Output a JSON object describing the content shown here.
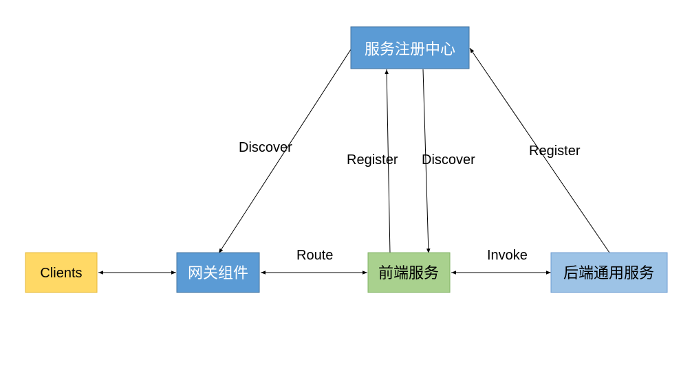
{
  "nodes": {
    "registry": {
      "label": "服务注册中心",
      "fill": "#5b9bd5",
      "stroke": "#41719c",
      "text_color": "#ffffff"
    },
    "clients": {
      "label": "Clients",
      "fill": "#ffd966",
      "stroke": "#e6b83a",
      "text_color": "#000000"
    },
    "gateway": {
      "label": "网关组件",
      "fill": "#5b9bd5",
      "stroke": "#41719c",
      "text_color": "#ffffff"
    },
    "frontend": {
      "label": "前端服务",
      "fill": "#a9d18e",
      "stroke": "#82b366",
      "text_color": "#000000"
    },
    "backend": {
      "label": "后端通用服务",
      "fill": "#9dc3e6",
      "stroke": "#6c9bd2",
      "text_color": "#000000"
    }
  },
  "edges": {
    "gateway_discover": {
      "label": "Discover",
      "from": "registry",
      "to": "gateway"
    },
    "frontend_register": {
      "label": "Register",
      "from": "frontend",
      "to": "registry"
    },
    "frontend_discover": {
      "label": "Discover",
      "from": "registry",
      "to": "frontend"
    },
    "backend_register": {
      "label": "Register",
      "from": "backend",
      "to": "registry"
    },
    "clients_gateway": {
      "label": "",
      "from": "clients",
      "to": "gateway",
      "bidirectional": true
    },
    "route": {
      "label": "Route",
      "from": "gateway",
      "to": "frontend",
      "bidirectional": true
    },
    "invoke": {
      "label": "Invoke",
      "from": "frontend",
      "to": "backend",
      "bidirectional": true
    }
  }
}
